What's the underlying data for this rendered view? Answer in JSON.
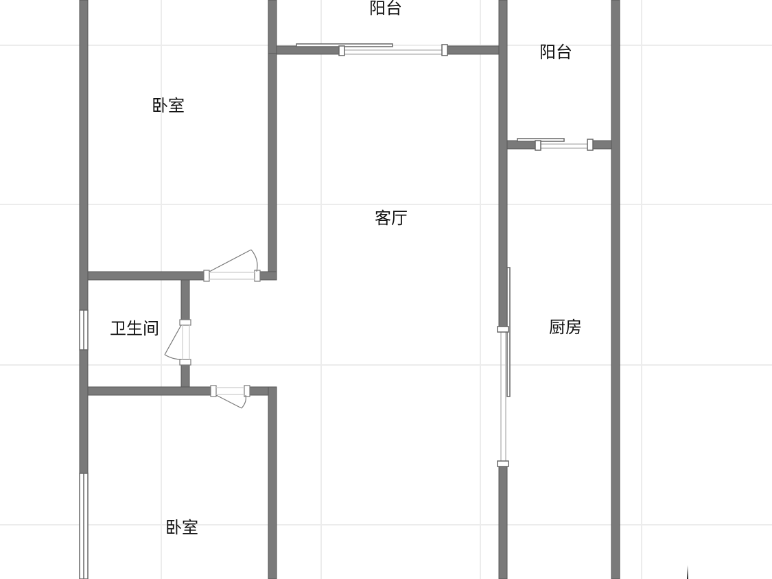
{
  "floorplan": {
    "title": "",
    "colors": {
      "wall": "#7a7a7a",
      "wall_stroke": "#555555",
      "grid": "#ececec",
      "background": "#ffffff",
      "text": "#111111"
    },
    "rooms": [
      {
        "id": "balcony-top",
        "label": "阳台"
      },
      {
        "id": "balcony-right",
        "label": "阳台"
      },
      {
        "id": "bedroom-top",
        "label": "卧室"
      },
      {
        "id": "living-room",
        "label": "客厅"
      },
      {
        "id": "bathroom",
        "label": "卫生间"
      },
      {
        "id": "kitchen",
        "label": "厨房"
      },
      {
        "id": "bedroom-bottom",
        "label": "卧室"
      }
    ]
  }
}
